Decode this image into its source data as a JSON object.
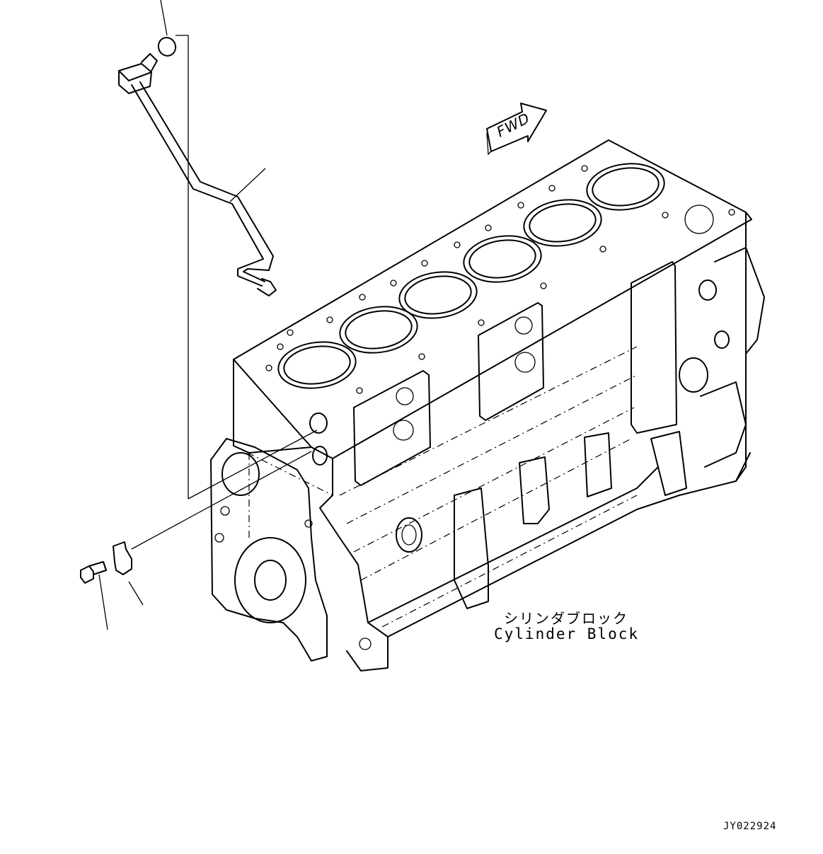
{
  "diagram": {
    "labels": {
      "part_name_jp": "シリンダブロック",
      "part_name_en": "Cylinder Block",
      "direction": "FWD",
      "figure_id": "JY022924"
    }
  }
}
